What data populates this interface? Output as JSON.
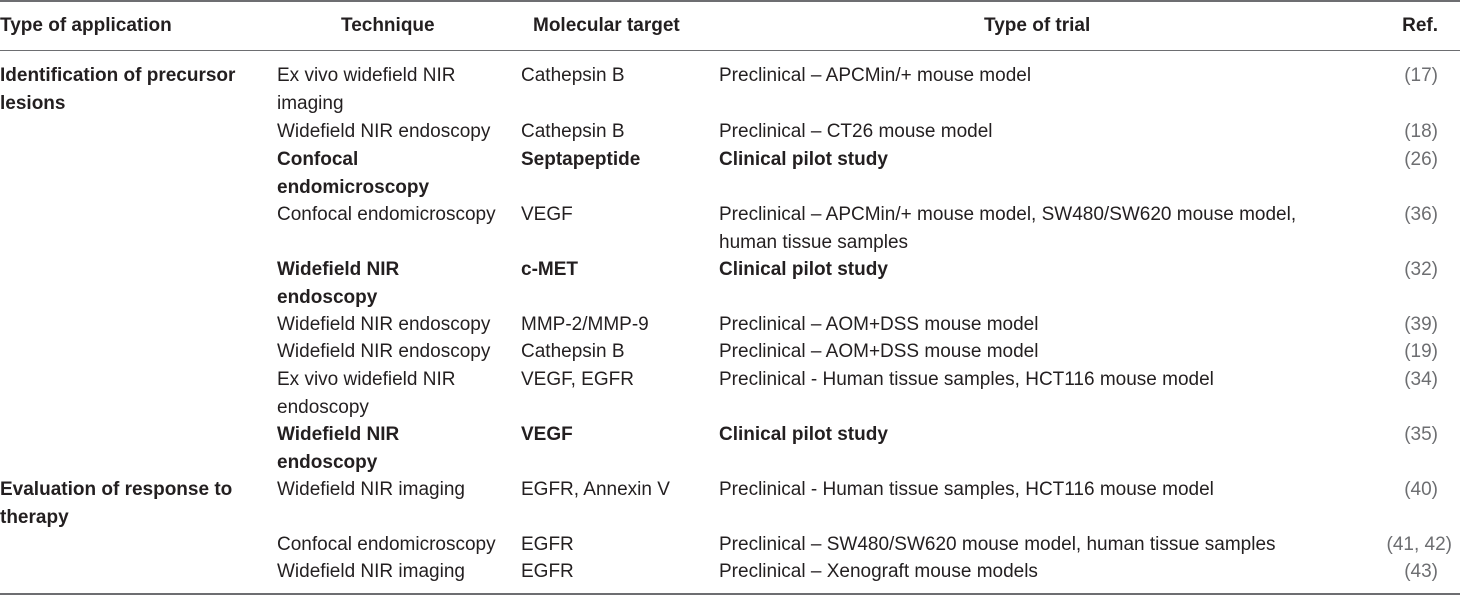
{
  "headers": {
    "application": "Type of application",
    "technique": "Technique",
    "target": "Molecular target",
    "trial": "Type of trial",
    "ref": "Ref."
  },
  "applications": [
    {
      "line1": "Identification of precursor",
      "line2": "lesions"
    },
    {
      "line1": "Evaluation of response to",
      "line2": "therapy"
    }
  ],
  "rows": [
    {
      "technique": [
        "Ex vivo widefield NIR",
        "imaging"
      ],
      "target": "Cathepsin B",
      "trial": [
        "Preclinical – APCMin/+ mouse model"
      ],
      "ref": "(17)",
      "bold": false
    },
    {
      "technique": [
        "Widefield NIR endoscopy"
      ],
      "target": "Cathepsin B",
      "trial": [
        "Preclinical – CT26 mouse model"
      ],
      "ref": "(18)",
      "bold": false
    },
    {
      "technique": [
        "Confocal",
        "endomicroscopy"
      ],
      "target": "Septapeptide",
      "trial": [
        "Clinical pilot study"
      ],
      "ref": "(26)",
      "bold": true
    },
    {
      "technique": [
        "Confocal endomicroscopy"
      ],
      "target": "VEGF",
      "trial": [
        "Preclinical – APCMin/+ mouse model, SW480/SW620 mouse model,",
        "human tissue samples"
      ],
      "ref": "(36)",
      "bold": false
    },
    {
      "technique": [
        "Widefield NIR",
        "endoscopy"
      ],
      "target": "c-MET",
      "trial": [
        "Clinical pilot study"
      ],
      "ref": "(32)",
      "bold": true
    },
    {
      "technique": [
        "Widefield NIR endoscopy"
      ],
      "target": "MMP-2/MMP-9",
      "trial": [
        "Preclinical – AOM+DSS mouse model"
      ],
      "ref": "(39)",
      "bold": false
    },
    {
      "technique": [
        "Widefield NIR endoscopy"
      ],
      "target": "Cathepsin B",
      "trial": [
        "Preclinical – AOM+DSS mouse model"
      ],
      "ref": "(19)",
      "bold": false
    },
    {
      "technique": [
        "Ex vivo widefield NIR",
        "endoscopy"
      ],
      "target": "VEGF, EGFR",
      "trial": [
        "Preclinical - Human tissue samples, HCT116 mouse model"
      ],
      "ref": "(34)",
      "bold": false
    },
    {
      "technique": [
        "Widefield NIR",
        "endoscopy"
      ],
      "target": "VEGF",
      "trial": [
        "Clinical pilot study"
      ],
      "ref": "(35)",
      "bold": true
    },
    {
      "technique": [
        "Widefield NIR imaging"
      ],
      "target": "EGFR, Annexin V",
      "trial": [
        "Preclinical - Human tissue samples, HCT116 mouse model"
      ],
      "ref": "(40)",
      "bold": false
    },
    {
      "technique": [
        "Confocal endomicroscopy"
      ],
      "target": "EGFR",
      "trial": [
        "Preclinical – SW480/SW620 mouse model, human tissue samples"
      ],
      "ref": "(41, 42)",
      "bold": false
    },
    {
      "technique": [
        "Widefield NIR imaging"
      ],
      "target": "EGFR",
      "trial": [
        "Preclinical – Xenograft mouse models"
      ],
      "ref": "(43)",
      "bold": false
    }
  ]
}
